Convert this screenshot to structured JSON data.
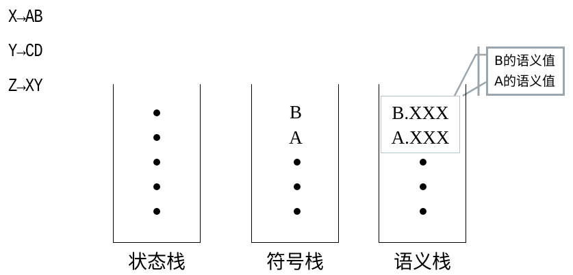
{
  "rules": [
    "X→AB",
    "Y→CD",
    "Z→XY"
  ],
  "stacks": {
    "state": {
      "label": "状态栈"
    },
    "symbol": {
      "label": "符号栈",
      "entries": [
        "B",
        "A"
      ]
    },
    "semantic": {
      "label": "语义栈",
      "entries": [
        "B.XXX",
        "A.XXX"
      ]
    }
  },
  "callout": {
    "lines": [
      "B的语义值",
      "A的语义值"
    ]
  }
}
